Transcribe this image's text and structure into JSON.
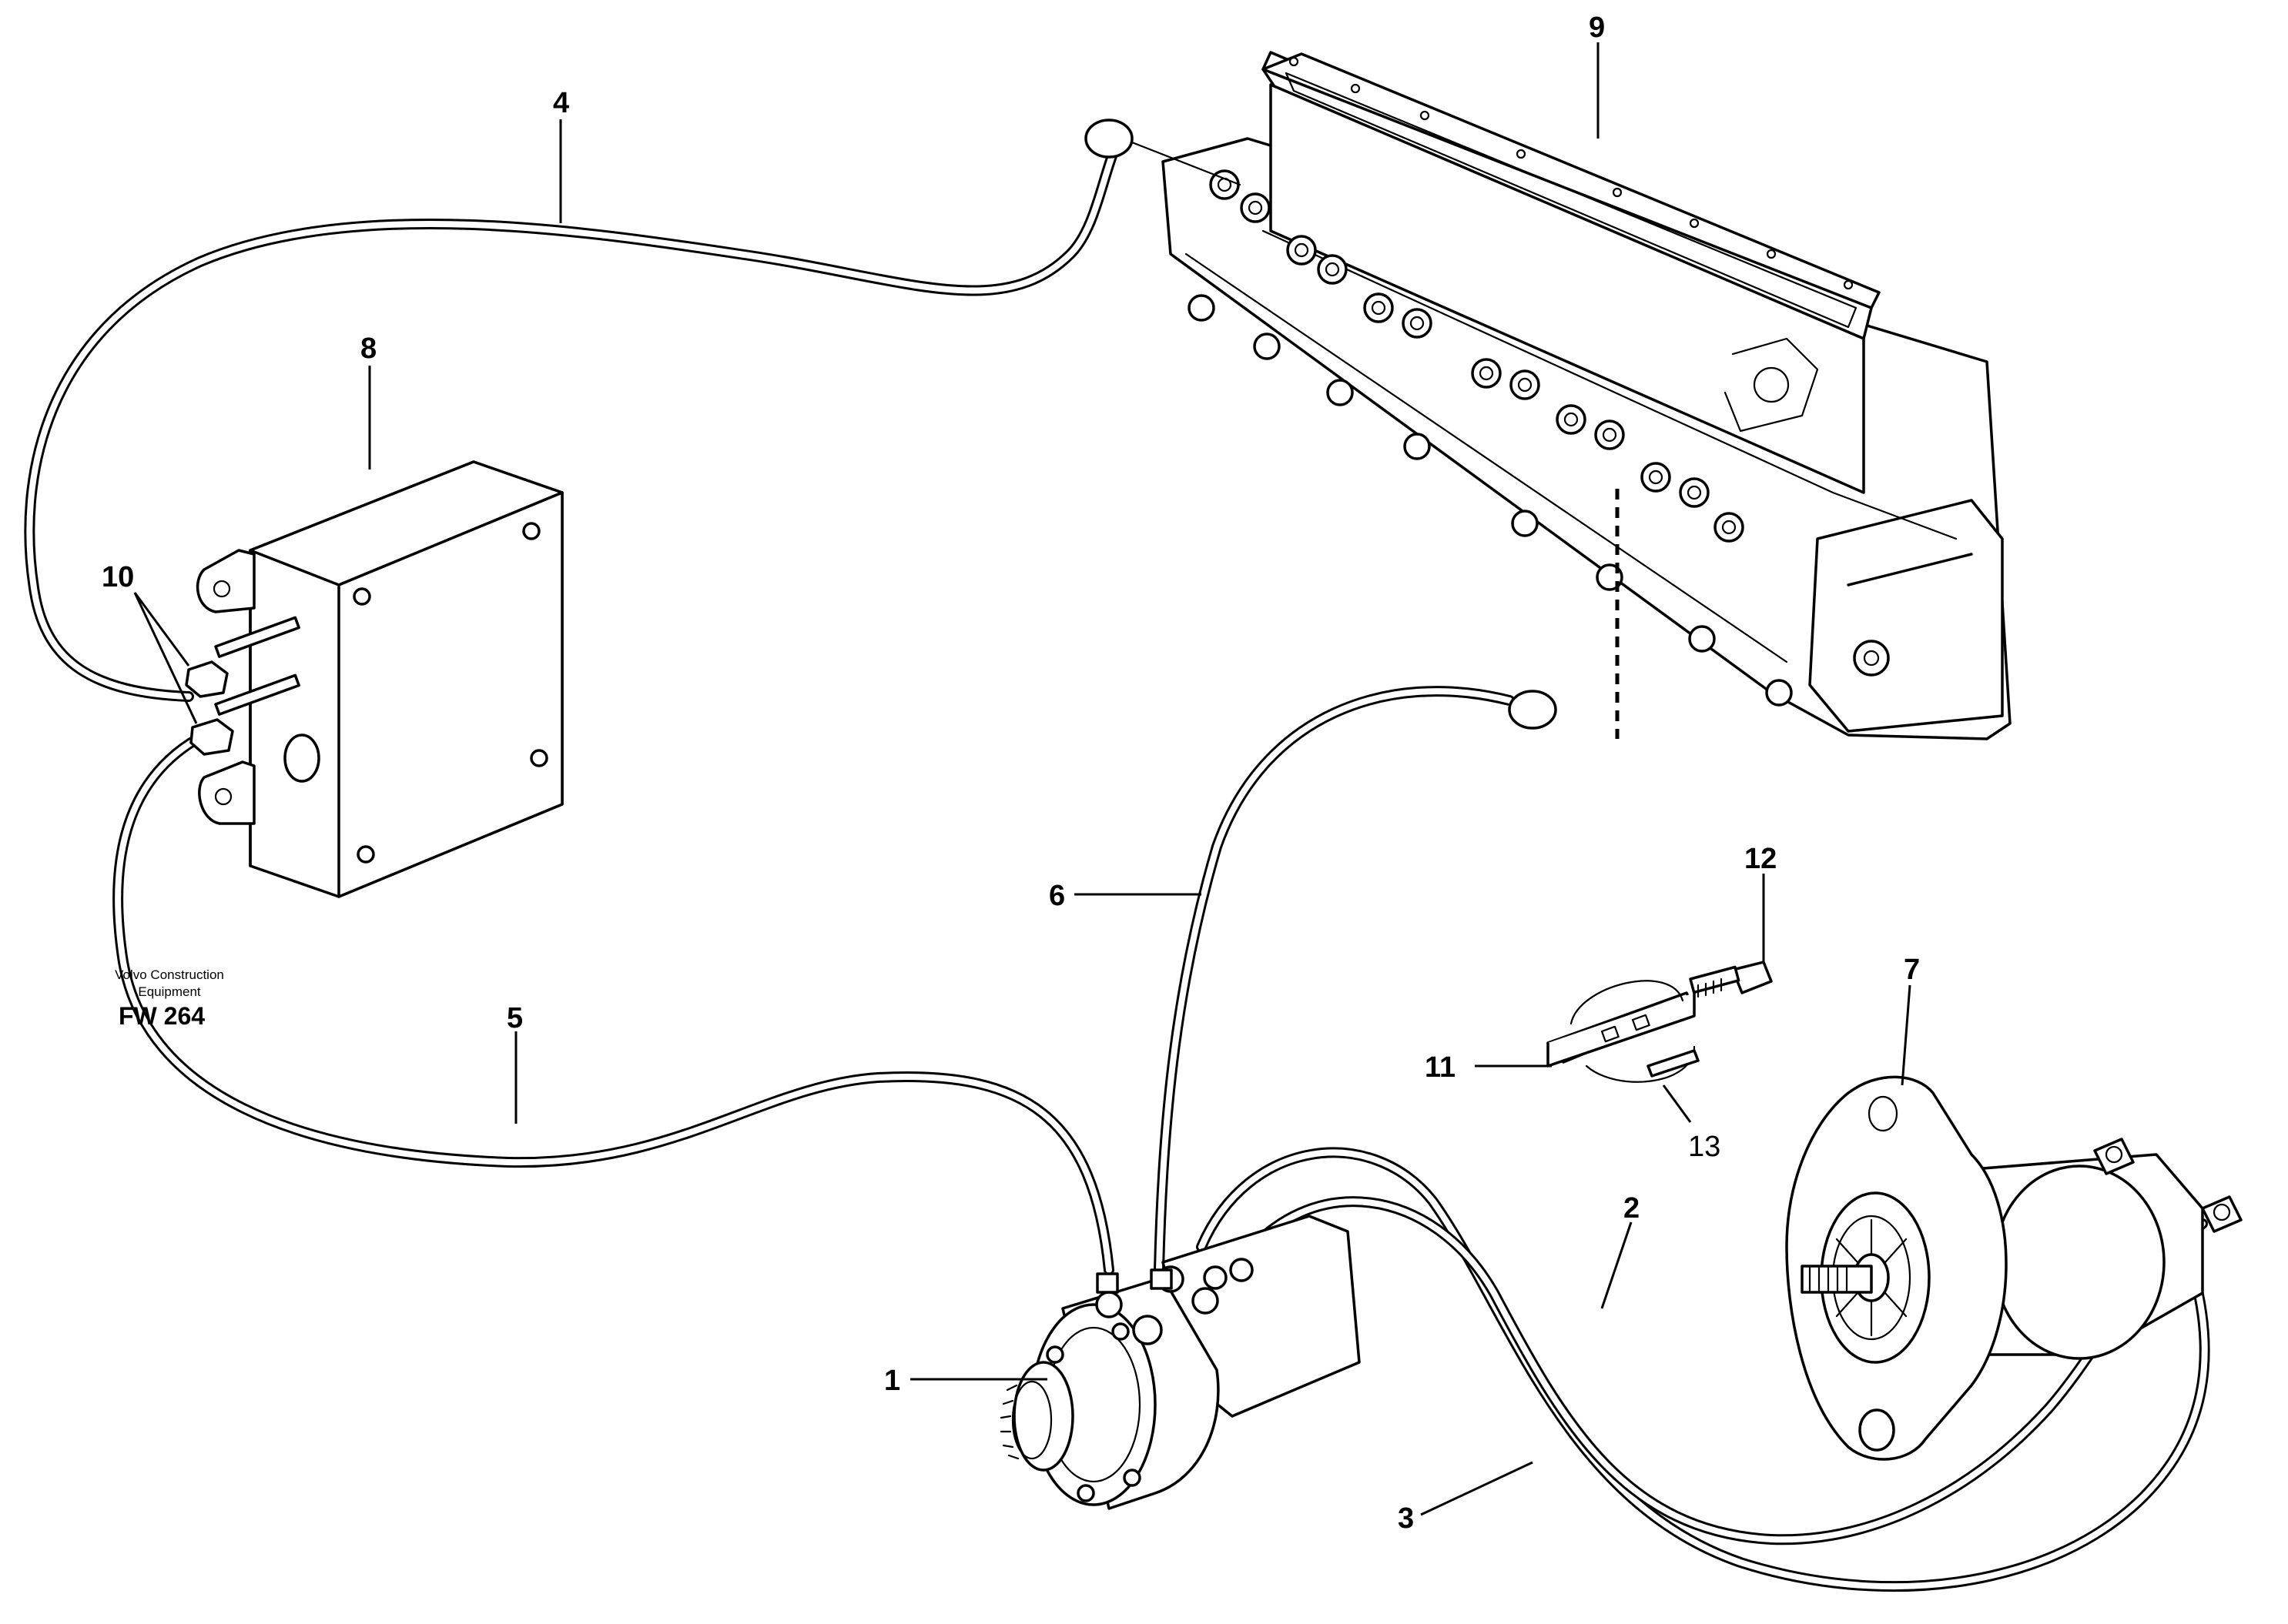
{
  "callouts": {
    "c1": "1",
    "c2": "2",
    "c3": "3",
    "c4": "4",
    "c5": "5",
    "c6": "6",
    "c7": "7",
    "c8": "8",
    "c9": "9",
    "c10": "10",
    "c11": "11",
    "c12": "12",
    "c13": "13"
  },
  "footer": {
    "company_line1": "Volvo Construction",
    "company_line2": "Equipment",
    "figure_code": "FW 264"
  }
}
